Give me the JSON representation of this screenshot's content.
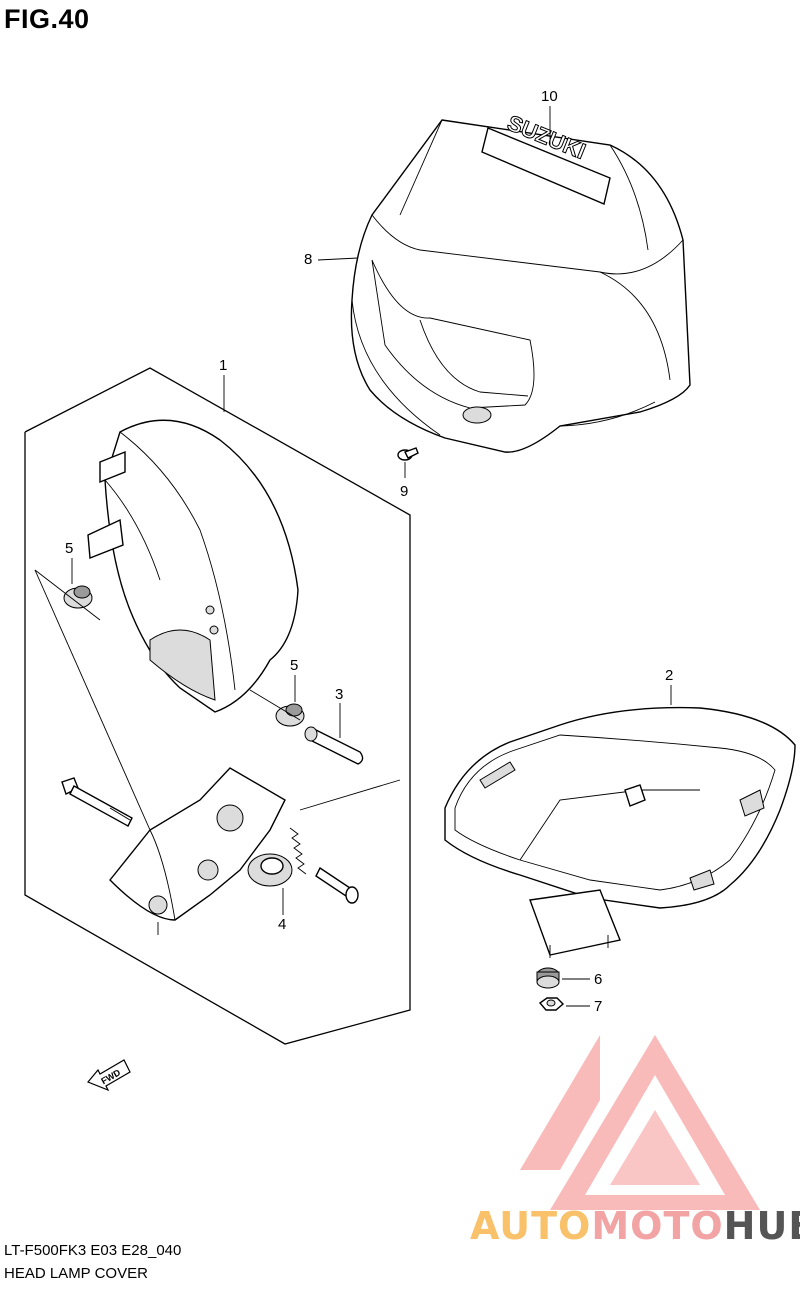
{
  "figure": {
    "title": "FIG.40"
  },
  "callouts": [
    "10",
    "8",
    "1",
    "9",
    "5",
    "5",
    "3",
    "2",
    "4",
    "6",
    "7"
  ],
  "footer": {
    "model_code": "LT-F500FK3 E03 E28_040",
    "section_name": "HEAD LAMP COVER"
  },
  "cover_text": "SUZUKI",
  "fwd_arrow_text": "FWD",
  "watermark": {
    "part1": "AUTO",
    "part2": "MOTO",
    "part3": "HUB",
    "colors": {
      "triangle": "#f26b6b",
      "auto": "#f8c16a",
      "moto": "#f2a3a3",
      "hub": "#555555"
    }
  }
}
